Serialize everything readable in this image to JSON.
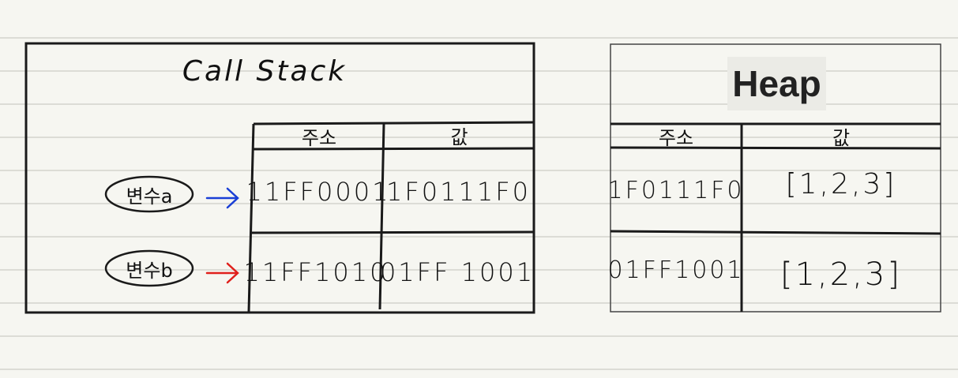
{
  "call_stack": {
    "title": "Call Stack",
    "headers": {
      "address": "주소",
      "value": "값"
    },
    "rows": [
      {
        "variable": "변수a",
        "address": "11FF0001",
        "value": "1F0111F0",
        "arrow_color": "#1a3fd6"
      },
      {
        "variable": "변수b",
        "address": "11FF1010",
        "value": "01FF 1001",
        "arrow_color": "#e0201c"
      }
    ]
  },
  "heap": {
    "title": "Heap",
    "headers": {
      "address": "주소",
      "value": "값"
    },
    "rows": [
      {
        "address": "1F0111F0",
        "value": "[1,2,3]"
      },
      {
        "address": "01FF1001",
        "value": "[1,2,3]"
      }
    ]
  }
}
